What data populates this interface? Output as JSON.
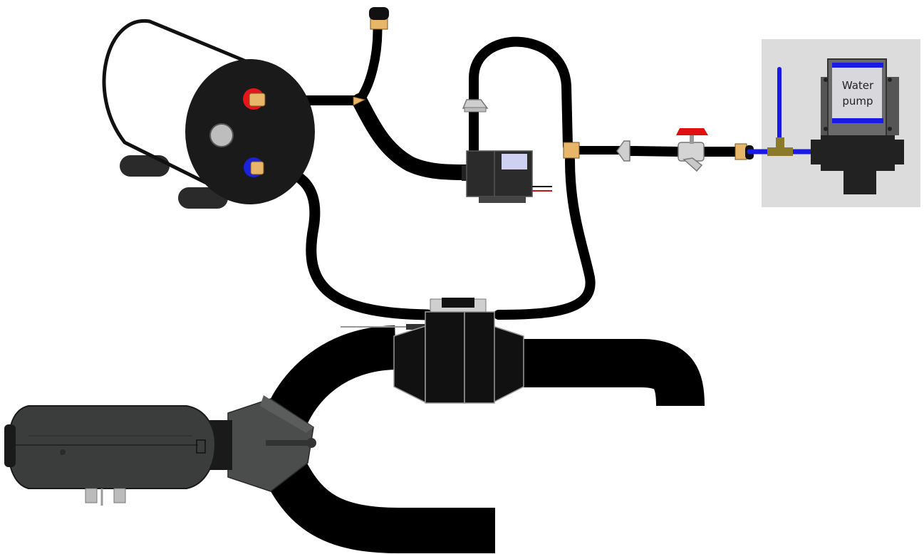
{
  "pump": {
    "label_line1": "Water",
    "label_line2": "pump"
  },
  "colors": {
    "hose": "#000000",
    "tank_body": "#1a1a1a",
    "hot_port": "#e8141c",
    "cold_port": "#1a23d9",
    "brass": "#e8b668",
    "water_line": "#1a1ae6",
    "tee": "#8a7a2a",
    "valve_handle": "#e01010",
    "heater_body": "#3a3d3c",
    "pump_panel_bg": "#dcdcdc"
  },
  "icons": {
    "tank": "cylinder-water-tank",
    "heater": "diesel-air-heater",
    "valve": "ball-valve",
    "solenoid": "solenoid-valve",
    "pump": "water-pump",
    "exchanger": "heat-exchanger"
  }
}
